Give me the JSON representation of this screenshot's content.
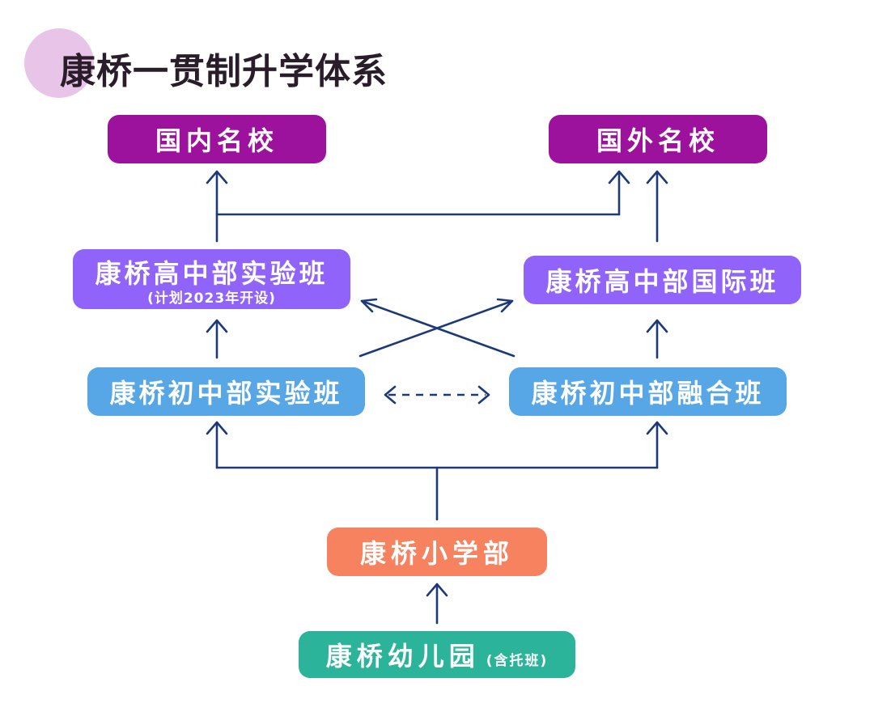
{
  "title": "康桥一贯制升学体系",
  "nodes": {
    "domestic_university": "国内名校",
    "overseas_university": "国外名校",
    "high_experimental": {
      "label": "康桥高中部实验班",
      "note": "(计划2023年开设)"
    },
    "high_international": "康桥高中部国际班",
    "middle_experimental": "康桥初中部实验班",
    "middle_integrated": "康桥初中部融合班",
    "primary": "康桥小学部",
    "kindergarten": {
      "label": "康桥幼儿园",
      "note": "(含托班)"
    }
  },
  "colors": {
    "university": "#9c129c",
    "high_school": "#9063fa",
    "middle_school": "#57a6e6",
    "primary": "#f7825f",
    "kindergarten": "#2bb49a",
    "connector": "#1d3a78",
    "title_circle": "#e8c4e8"
  },
  "icons": [
    "arrow-up-icon",
    "double-arrow-icon",
    "cross-arrows-icon"
  ]
}
